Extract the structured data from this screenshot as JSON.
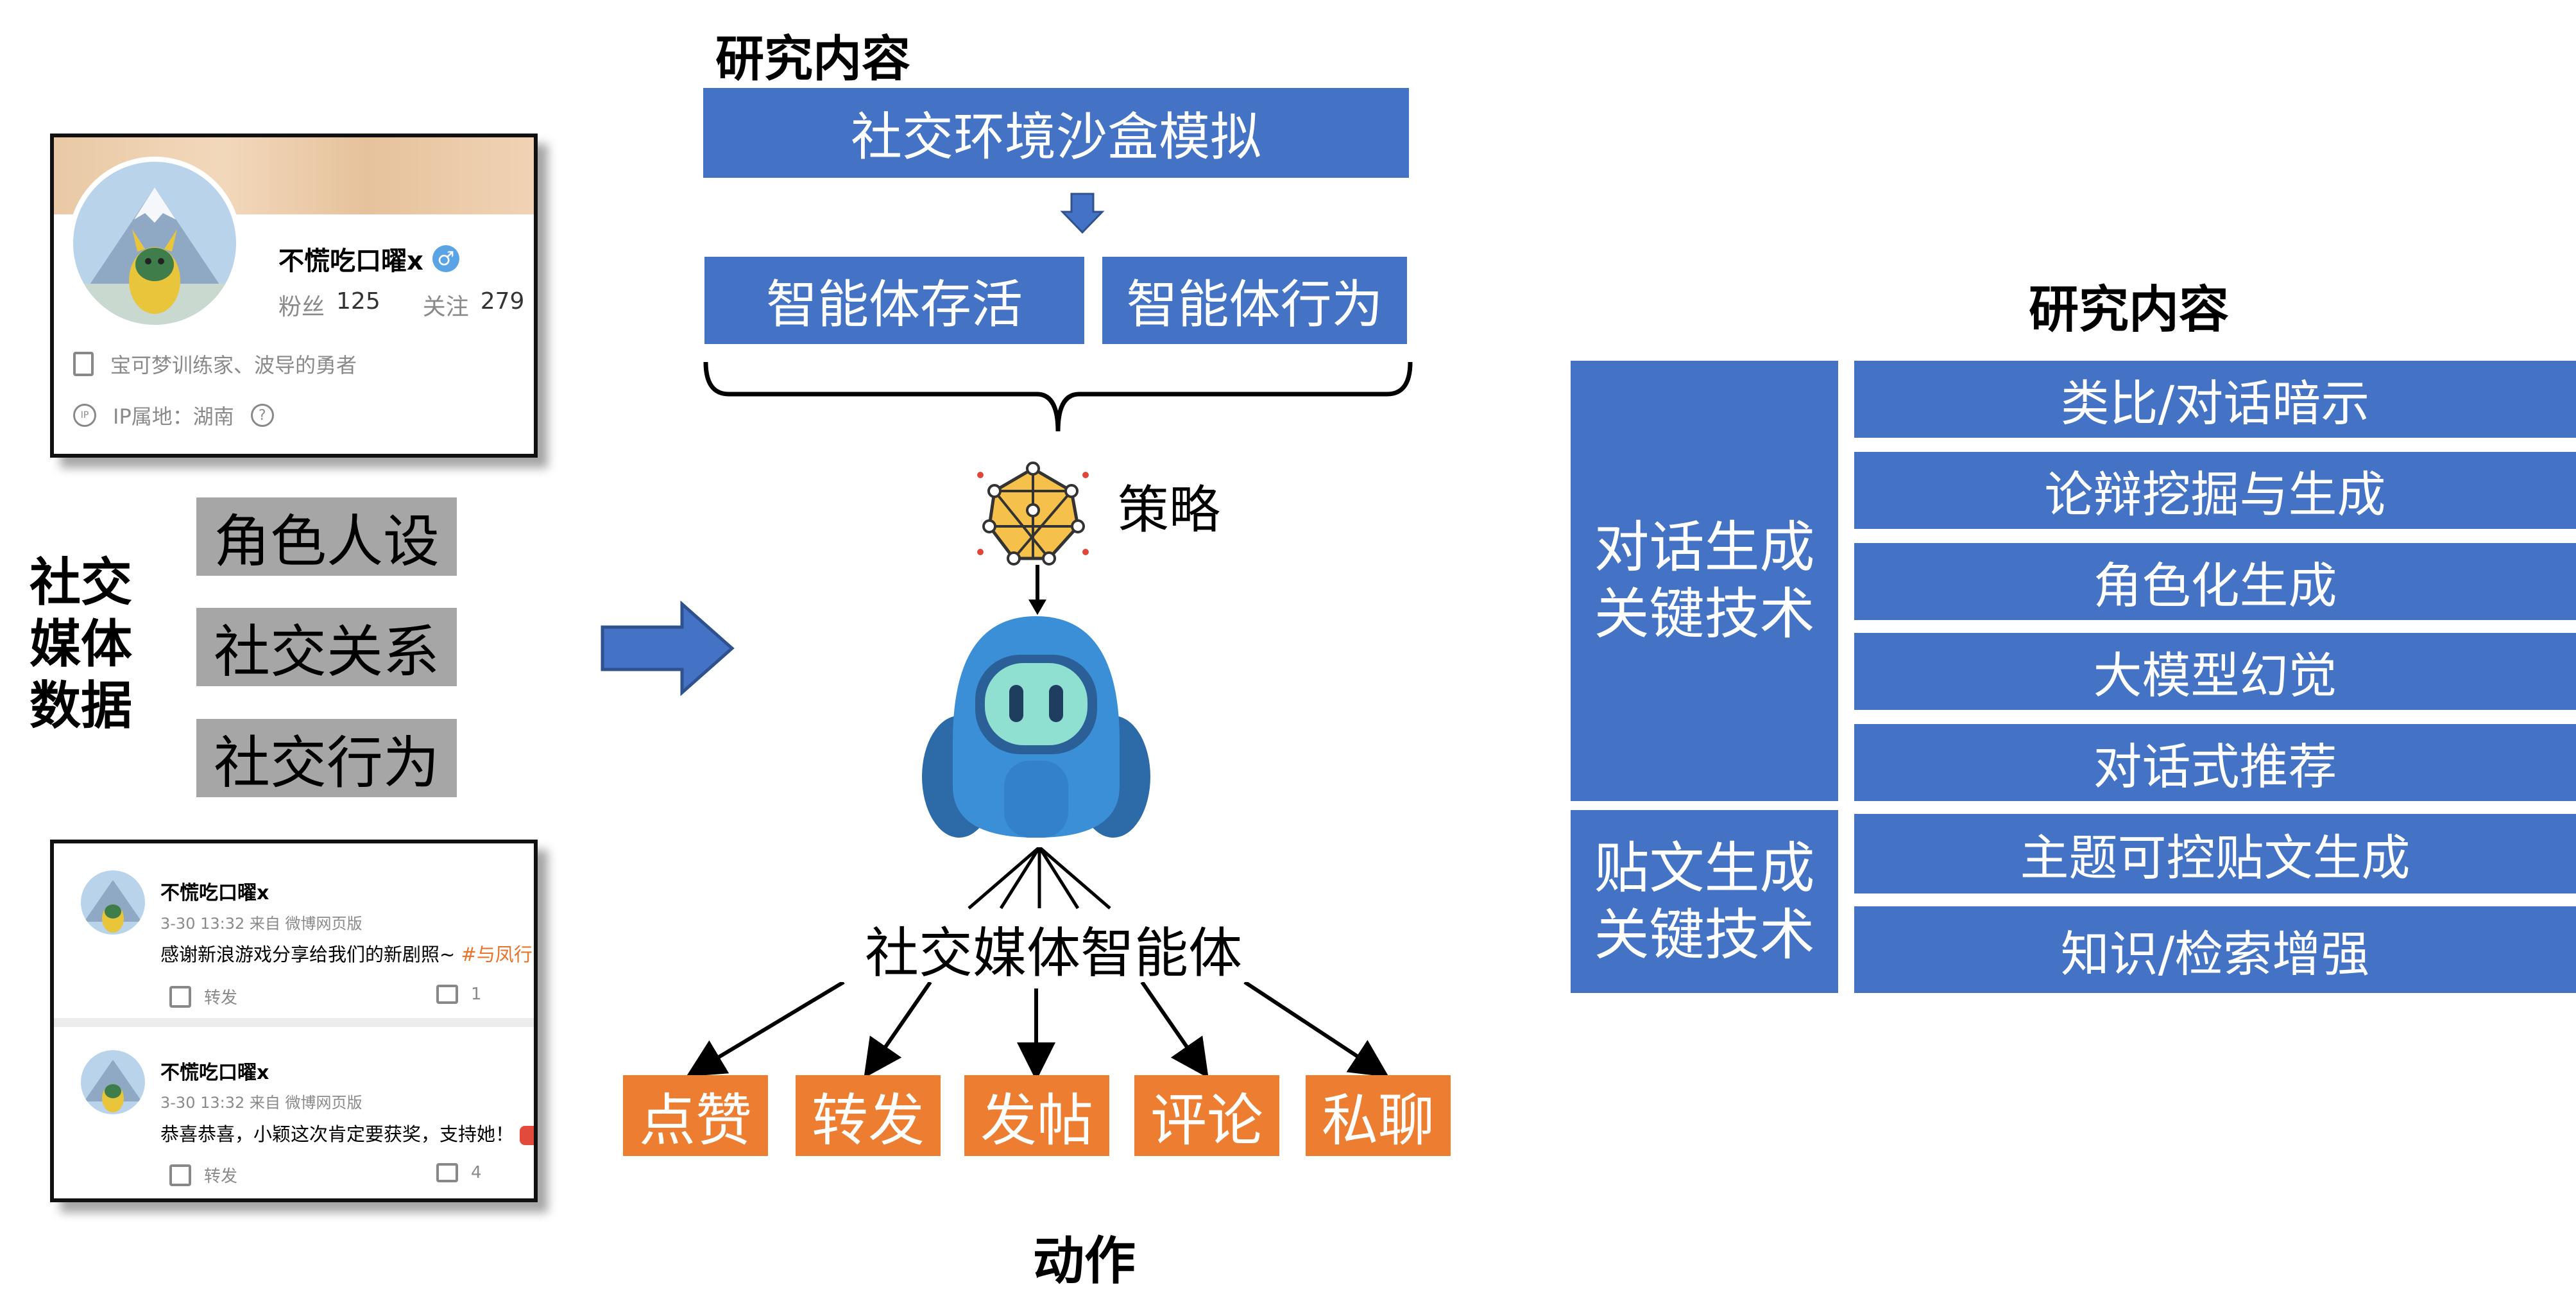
{
  "profile_card": {
    "username": "不慌吃口曜x",
    "gender_symbol": "♂",
    "fans_label": "粉丝",
    "fans_count": "125",
    "follow_label": "关注",
    "follow_count": "279",
    "bio": "宝可梦训练家、波导的勇者",
    "ip_label": "IP属地：湖南"
  },
  "data_section": {
    "label_lines": [
      "社交",
      "媒体",
      "数据"
    ],
    "tags": [
      "角色人设",
      "社交关系",
      "社交行为"
    ]
  },
  "posts": [
    {
      "username": "不慌吃口曜x",
      "meta": "3-30 13:32  来自 微博网页版",
      "text": "感谢新浪游戏分享给我们的新剧照~ ",
      "hashtag": "#与凤行#",
      "repost_label": "转发",
      "comment_count": "1"
    },
    {
      "username": "不慌吃口曜x",
      "meta": "3-30 13:32  来自 微博网页版",
      "text": "恭喜恭喜，小颖这次肯定要获奖，支持她！",
      "hashtag": "",
      "repost_label": "转发",
      "comment_count": "4"
    }
  ],
  "center": {
    "title": "研究内容",
    "sandbox": "社交环境沙盒模拟",
    "survival": "智能体存活",
    "behavior": "智能体行为",
    "strategy": "策略",
    "agent": "社交媒体智能体",
    "actions": [
      "点赞",
      "转发",
      "发帖",
      "评论",
      "私聊"
    ],
    "actions_title": "动作"
  },
  "right_table": {
    "title": "研究内容",
    "groups": [
      {
        "label_lines": [
          "对话生成",
          "关键技术"
        ],
        "items": [
          "类比/对话暗示",
          "论辩挖掘与生成",
          "角色化生成",
          "大模型幻觉",
          "对话式推荐"
        ]
      },
      {
        "label_lines": [
          "贴文生成",
          "关键技术"
        ],
        "items": [
          "主题可控贴文生成",
          "知识/检索增强"
        ]
      }
    ]
  },
  "colors": {
    "blue": "#4472c4",
    "orange": "#ed7d31",
    "gray": "#a6a6a6",
    "robot_blue": "#3b8fd6"
  }
}
